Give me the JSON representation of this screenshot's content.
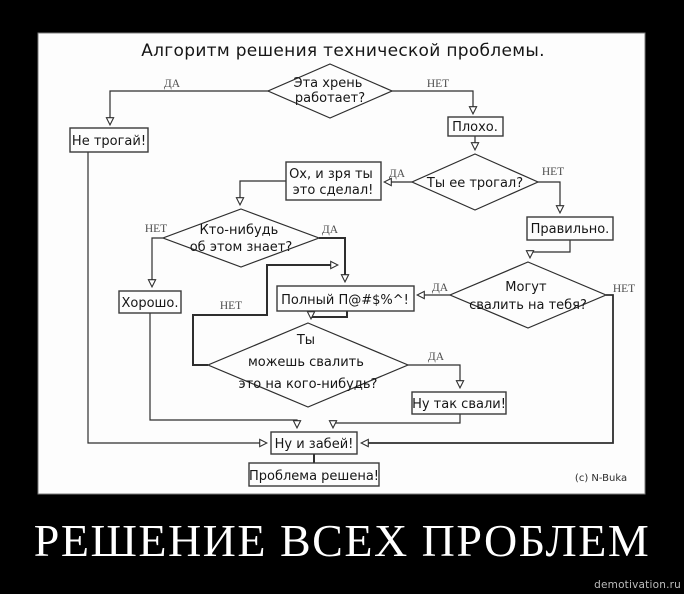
{
  "title": "Алгоритм решения технической проблемы.",
  "credit": "(c) N-Buka",
  "caption": "РЕШЕНИЕ ВСЕХ ПРОБЛЕМ",
  "watermark": "demotivation.ru",
  "colors": {
    "background": "#000000",
    "panel": "#fdfdfd",
    "line": "#2e2e2e",
    "caption": "#ffffff"
  },
  "edge_labels": {
    "yes": "ДА",
    "no": "НЕТ"
  },
  "flowchart": {
    "decisions": {
      "works": {
        "line1": "Эта хрень",
        "line2": "работает?"
      },
      "touched": {
        "line1": "Ты ее трогал?"
      },
      "knows": {
        "line1": "Кто-нибудь",
        "line2": "об этом знает?"
      },
      "blame_you": {
        "line1": "Могут",
        "line2": "свалить на тебя?"
      },
      "can_blame": {
        "line1": "Ты",
        "line2": "можешь свалить",
        "line3": "это на кого-нибудь?"
      }
    },
    "boxes": {
      "dont_touch": "Не трогай!",
      "bad": "Плохо.",
      "regret": {
        "line1": "Ох, и зря ты",
        "line2": "это сделал!"
      },
      "right": "Правильно.",
      "good": "Хорошо.",
      "screwed": "Полный П@#$%^!",
      "blame": "Ну так свали!",
      "forget": "Ну и забей!",
      "solved": "Проблема решена!"
    }
  }
}
